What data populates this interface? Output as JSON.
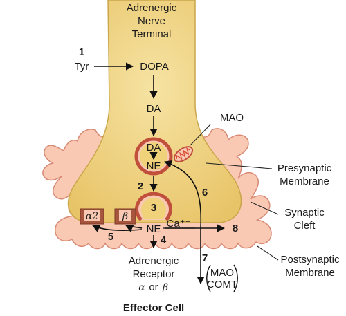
{
  "terminal": {
    "line1": "Adrenergic",
    "line2": "Nerve",
    "line3": "Terminal"
  },
  "pathway": {
    "tyr": "Tyr",
    "dopa": "DOPA",
    "da": "DA",
    "vesicle_da": "DA",
    "vesicle_ne": "NE",
    "released_ne": "NE",
    "calcium": "Ca⁺⁺"
  },
  "steps": {
    "s1": "1",
    "s2": "2",
    "s3": "3",
    "s4": "4",
    "s5": "5",
    "s6": "6",
    "s7": "7",
    "s8": "8"
  },
  "receptors": {
    "alpha2": "α2",
    "beta": "β"
  },
  "labels": {
    "mao": "MAO",
    "presynaptic1": "Presynaptic",
    "presynaptic2": "Membrane",
    "synaptic1": "Synaptic",
    "synaptic2": "Cleft",
    "postsynaptic1": "Postsynaptic",
    "postsynaptic2": "Membrane",
    "receptor1": "Adrenergic",
    "receptor2": "Receptor",
    "receptor3_a": "α",
    "receptor3_or": "or",
    "receptor3_b": "β",
    "metab_mao": "MAO",
    "metab_comt": "COMT",
    "effector": "Effector Cell"
  },
  "colors": {
    "terminal_fill": "#efd27a",
    "terminal_stroke": "#c9a64a",
    "cell_fill": "#f9c9b4",
    "cell_stroke": "#d88a74",
    "vesicle_ring": "#c0503c",
    "receptor": "#a8553d",
    "mito": "#d94a2e"
  }
}
